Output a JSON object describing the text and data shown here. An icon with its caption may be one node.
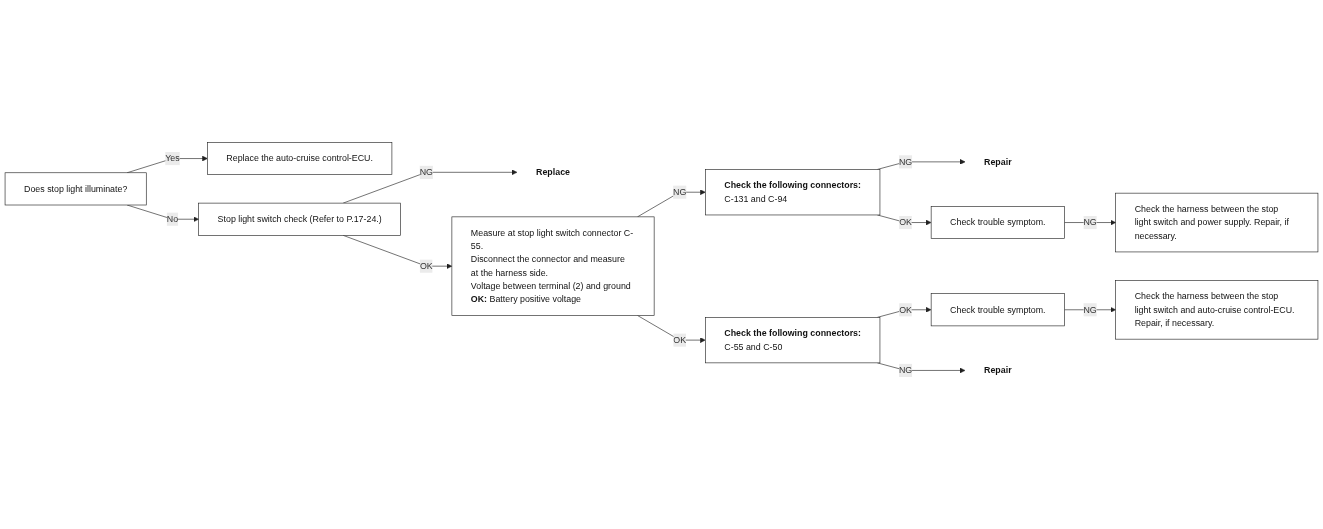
{
  "diagram": {
    "nodes": [
      {
        "text": [
          "Does stop light illuminate?"
        ]
      },
      {
        "text": [
          "Replace the auto-cruise control-ECU."
        ]
      },
      {
        "text": [
          "Stop light switch check (Refer to P.17-24.)"
        ]
      },
      {
        "text": [
          "Replace"
        ]
      },
      {
        "text": [
          "Measure at stop light switch connector C-55.",
          "Disconnect the connector and measure at the harness side.",
          "Voltage between terminal (2) and ground",
          "**OK:** Battery positive voltage"
        ]
      },
      {
        "text": [
          "Check the following connectors:",
          "C-131 and C-94"
        ]
      },
      {
        "text": [
          "Repair"
        ]
      },
      {
        "text": [
          "Check trouble symptom."
        ]
      },
      {
        "text": [
          "Check the harness between the stop light switch and power supply. Repair, if necessary."
        ]
      },
      {
        "text": [
          "Check the following connectors:",
          "C-55 and C-50"
        ]
      },
      {
        "text": [
          "Check trouble symptom."
        ]
      },
      {
        "text": [
          "Check the harness between the stop light switch and auto-cruise control-ECU. Repair, if necessary."
        ]
      },
      {
        "text": [
          "Repair"
        ]
      }
    ],
    "edges": [
      {
        "from": 0,
        "to": 1,
        "arrow": "to",
        "label": "Yes"
      },
      {
        "from": 0,
        "to": 2,
        "arrow": "to",
        "label": "No"
      },
      {
        "from": 2,
        "to": 3,
        "arrow": "to",
        "label": "NG"
      },
      {
        "from": 2,
        "to": 4,
        "arrow": "to",
        "label": "OK"
      },
      {
        "from": 4,
        "to": 5,
        "arrow": "to",
        "label": "NG"
      },
      {
        "from": 5,
        "to": 6,
        "arrow": "to",
        "label": "NG"
      },
      {
        "from": 5,
        "to": 7,
        "arrow": "to",
        "label": "OK"
      },
      {
        "from": 7,
        "to": 8,
        "arrow": "to",
        "label": "NG"
      },
      {
        "from": 4,
        "to": 9,
        "arrow": "to",
        "label": "OK"
      },
      {
        "from": 9,
        "to": 10,
        "arrow": "to",
        "label": "OK"
      },
      {
        "from": 10,
        "to": 11,
        "arrow": "to",
        "label": "NG"
      },
      {
        "from": 9,
        "to": 12,
        "arrow": "to",
        "label": "NG"
      }
    ]
  }
}
